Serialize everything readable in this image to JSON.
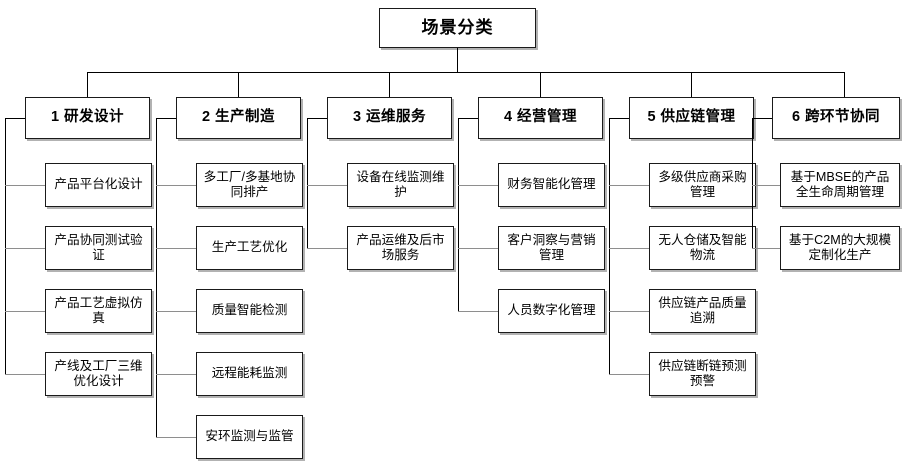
{
  "diagram": {
    "type": "organizational-tree",
    "title": "场景分类",
    "root": {
      "label": "场景分类"
    },
    "categories": [
      {
        "id": "1",
        "label": "1 研发设计",
        "children": [
          {
            "label": "产品平台化设计"
          },
          {
            "label": "产品协同测试验证"
          },
          {
            "label": "产品工艺虚拟仿真"
          },
          {
            "label": "产线及工厂三维优化设计"
          }
        ]
      },
      {
        "id": "2",
        "label": "2 生产制造",
        "children": [
          {
            "label": "多工厂/多基地协同排产"
          },
          {
            "label": "生产工艺优化"
          },
          {
            "label": "质量智能检测"
          },
          {
            "label": "远程能耗监测"
          },
          {
            "label": "安环监测与监管"
          }
        ]
      },
      {
        "id": "3",
        "label": "3 运维服务",
        "children": [
          {
            "label": "设备在线监测维护"
          },
          {
            "label": "产品运维及后市场服务"
          }
        ]
      },
      {
        "id": "4",
        "label": "4 经营管理",
        "children": [
          {
            "label": "财务智能化管理"
          },
          {
            "label": "客户洞察与营销管理"
          },
          {
            "label": "人员数字化管理"
          }
        ]
      },
      {
        "id": "5",
        "label": "5 供应链管理",
        "children": [
          {
            "label": "多级供应商采购管理"
          },
          {
            "label": "无人仓储及智能物流"
          },
          {
            "label": "供应链产品质量追溯"
          },
          {
            "label": "供应链断链预测预警"
          }
        ]
      },
      {
        "id": "6",
        "label": "6 跨环节协同",
        "children": [
          {
            "label": "基于MBSE的产品全生命周期管理"
          },
          {
            "label": "基于C2M的大规模定制化生产"
          }
        ]
      }
    ]
  }
}
